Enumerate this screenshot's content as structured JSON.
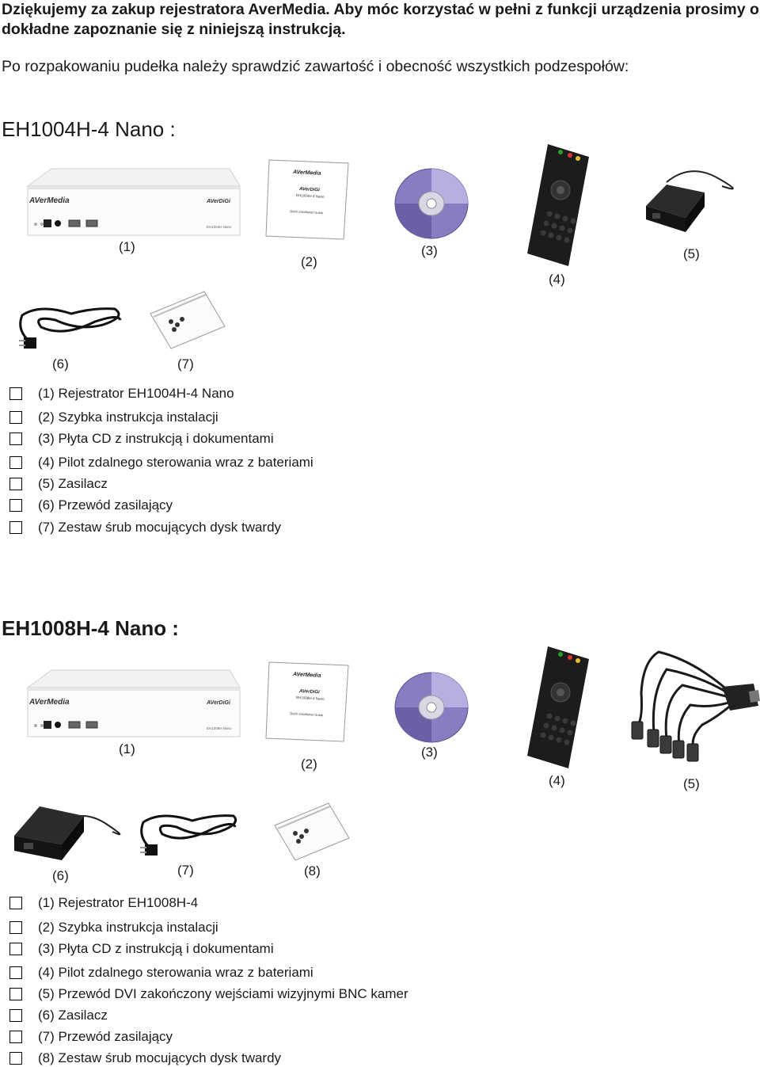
{
  "intro": "Dziękujemy za zakup rejestratora AverMedia. Aby móc korzystać w pełni z funkcji urządzenia prosimy o dokładne zapoznanie się z niniejszą instrukcją.",
  "lead": "Po rozpakowaniu pudełka należy sprawdzić zawartość i obecność wszystkich podzespołów:",
  "sections": [
    {
      "title": "EH1004H-4 Nano :",
      "device": {
        "brand": "AVerMedia",
        "brand_right": "AVerDiGi",
        "model": "EH1004H Nano"
      },
      "guide": {
        "brand": "AVerMedia",
        "sub": "AVerDiGi",
        "model": "EH1004H-4 Nano",
        "caption": "Quick installation Guide"
      },
      "labels": [
        "(1)",
        "(2)",
        "(3)",
        "(4)",
        "(5)",
        "(6)",
        "(7)"
      ],
      "items": [
        "(1) Rejestrator EH1004H-4 Nano",
        "(2) Szybka instrukcja instalacji",
        "(3) Płyta CD z instrukcją i dokumentami",
        "(4) Pilot zdalnego sterowania wraz z bateriami",
        "(5) Zasilacz",
        "(6) Przewód zasilający",
        "(7) Zestaw śrub mocujących dysk twardy"
      ]
    },
    {
      "title": "EH1008H-4 Nano :",
      "device": {
        "brand": "AVerMedia",
        "brand_right": "AVerDiGi",
        "model": "EH1008H Nano"
      },
      "guide": {
        "brand": "AVerMedia",
        "sub": "AVerDiGi",
        "model": "EH1008H-4 Nano",
        "caption": "Quick installation Guide"
      },
      "labels": [
        "(1)",
        "(2)",
        "(3)",
        "(4)",
        "(5)",
        "(6)",
        "(7)",
        "(8)"
      ],
      "items": [
        "(1) Rejestrator EH1008H-4",
        "(2) Szybka instrukcja instalacji",
        "(3) Płyta CD z instrukcją i dokumentami",
        "(4) Pilot zdalnego sterowania wraz z bateriami",
        "(5) Przewód DVI zakończony wejściami wizyjnymi BNC kamer",
        "(6) Zasilacz",
        "(7) Przewód zasilający",
        "(8) Zestaw śrub mocujących dysk twardy"
      ]
    }
  ]
}
